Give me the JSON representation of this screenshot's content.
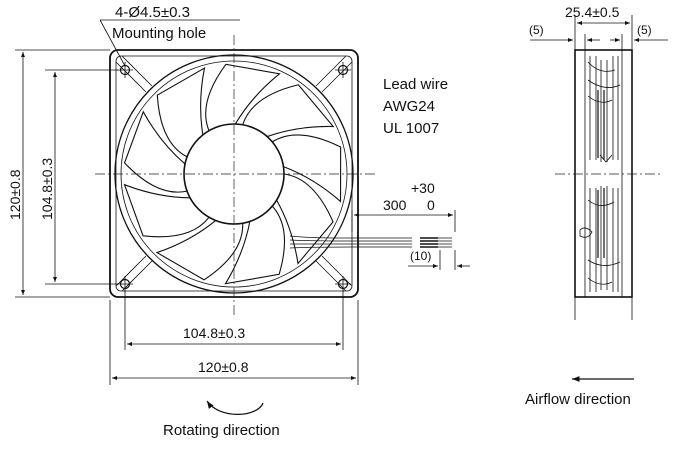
{
  "front_view": {
    "mounting_hole_spec": "4-Ø4.5±0.3",
    "mounting_hole_label": "Mounting hole",
    "height_outer": "120±0.8",
    "height_pitch": "104.8±0.3",
    "width_pitch": "104.8±0.3",
    "width_outer": "120±0.8",
    "rotating_direction": "Rotating direction"
  },
  "lead_wire": {
    "title": "Lead wire",
    "gauge": "AWG24",
    "standard": "UL 1007",
    "length_nominal": "300",
    "tolerance_upper": "+30",
    "tolerance_lower": "0",
    "strip_length": "(10)"
  },
  "side_view": {
    "depth": "25.4±0.5",
    "flange_left": "(5)",
    "flange_right": "(5)",
    "airflow_direction": "Airflow direction"
  }
}
